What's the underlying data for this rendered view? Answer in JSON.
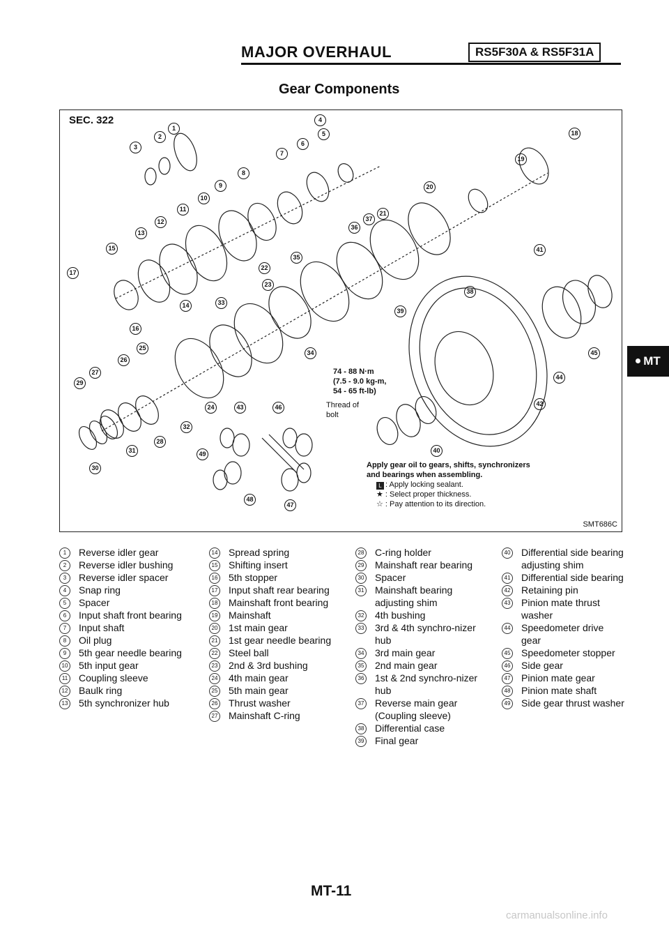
{
  "header": {
    "title": "MAJOR OVERHAUL",
    "model": "RS5F30A & RS5F31A"
  },
  "subtitle": "Gear Components",
  "diagram": {
    "section": "SEC. 322",
    "figure_id": "SMT686C",
    "torque": {
      "line1": "74 - 88 N·m",
      "line2": "(7.5 - 9.0 kg-m,",
      "line3": "54 - 65 ft-lb)"
    },
    "thread": {
      "line1": "Thread of",
      "line2": "bolt"
    },
    "notes": {
      "line1": "Apply gear oil to gears, shifts, synchronizers",
      "line2": "and bearings when assembling.",
      "sealant": ": Apply locking sealant.",
      "thickness": ": Select proper thickness.",
      "direction": ": Pay attention to its direction."
    },
    "callouts": [
      "1",
      "2",
      "3",
      "4",
      "5",
      "6",
      "7",
      "8",
      "9",
      "10",
      "11",
      "12",
      "13",
      "14",
      "15",
      "16",
      "17",
      "18",
      "19",
      "20",
      "21",
      "22",
      "23",
      "24",
      "25",
      "26",
      "27",
      "28",
      "29",
      "30",
      "31",
      "32",
      "33",
      "34",
      "35",
      "36",
      "37",
      "38",
      "39",
      "40",
      "41",
      "42",
      "43",
      "44",
      "45",
      "46",
      "47",
      "48",
      "49"
    ]
  },
  "legend": {
    "col1": [
      {
        "num": "1",
        "label": "Reverse idler gear"
      },
      {
        "num": "2",
        "label": "Reverse idler bushing"
      },
      {
        "num": "3",
        "label": "Reverse idler spacer"
      },
      {
        "num": "4",
        "label": "Snap ring"
      },
      {
        "num": "5",
        "label": "Spacer"
      },
      {
        "num": "6",
        "label": "Input shaft front bearing"
      },
      {
        "num": "7",
        "label": "Input shaft"
      },
      {
        "num": "8",
        "label": "Oil plug"
      },
      {
        "num": "9",
        "label": "5th gear needle bearing"
      },
      {
        "num": "10",
        "label": "5th input gear"
      },
      {
        "num": "11",
        "label": "Coupling sleeve"
      },
      {
        "num": "12",
        "label": "Baulk ring"
      },
      {
        "num": "13",
        "label": "5th synchronizer hub"
      }
    ],
    "col2": [
      {
        "num": "14",
        "label": "Spread spring"
      },
      {
        "num": "15",
        "label": "Shifting insert"
      },
      {
        "num": "16",
        "label": "5th stopper"
      },
      {
        "num": "17",
        "label": "Input shaft rear bearing"
      },
      {
        "num": "18",
        "label": "Mainshaft front bearing"
      },
      {
        "num": "19",
        "label": "Mainshaft"
      },
      {
        "num": "20",
        "label": "1st main gear"
      },
      {
        "num": "21",
        "label": "1st gear needle bearing"
      },
      {
        "num": "22",
        "label": "Steel ball"
      },
      {
        "num": "23",
        "label": "2nd & 3rd bushing"
      },
      {
        "num": "24",
        "label": "4th main gear"
      },
      {
        "num": "25",
        "label": "5th main gear"
      },
      {
        "num": "26",
        "label": "Thrust washer"
      },
      {
        "num": "27",
        "label": "Mainshaft C-ring"
      }
    ],
    "col3": [
      {
        "num": "28",
        "label": "C-ring holder"
      },
      {
        "num": "29",
        "label": "Mainshaft rear bearing"
      },
      {
        "num": "30",
        "label": "Spacer"
      },
      {
        "num": "31",
        "label": "Mainshaft bearing adjusting shim"
      },
      {
        "num": "32",
        "label": "4th bushing"
      },
      {
        "num": "33",
        "label": "3rd & 4th synchro-nizer hub"
      },
      {
        "num": "34",
        "label": "3rd main gear"
      },
      {
        "num": "35",
        "label": "2nd main gear"
      },
      {
        "num": "36",
        "label": "1st & 2nd synchro-nizer hub"
      },
      {
        "num": "37",
        "label": "Reverse main gear (Coupling sleeve)"
      },
      {
        "num": "38",
        "label": "Differential case"
      },
      {
        "num": "39",
        "label": "Final gear"
      }
    ],
    "col4": [
      {
        "num": "40",
        "label": "Differential side bearing adjusting shim"
      },
      {
        "num": "41",
        "label": "Differential side bearing"
      },
      {
        "num": "42",
        "label": "Retaining pin"
      },
      {
        "num": "43",
        "label": "Pinion mate thrust washer"
      },
      {
        "num": "44",
        "label": "Speedometer drive gear"
      },
      {
        "num": "45",
        "label": "Speedometer stopper"
      },
      {
        "num": "46",
        "label": "Side gear"
      },
      {
        "num": "47",
        "label": "Pinion mate gear"
      },
      {
        "num": "48",
        "label": "Pinion mate shaft"
      },
      {
        "num": "49",
        "label": "Side gear thrust washer"
      }
    ]
  },
  "side_tab": "MT",
  "footer": "MT-11",
  "watermark": "carmanualsonline.info"
}
